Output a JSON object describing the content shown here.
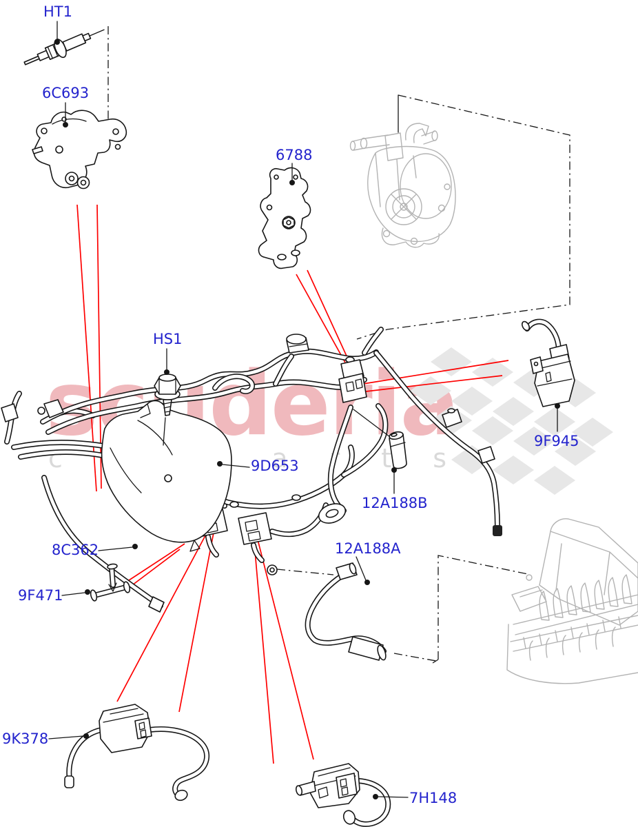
{
  "watermark": {
    "brand": "scuderia",
    "tagline": "c a r  p a r t s"
  },
  "colors": {
    "background": "#ffffff",
    "label_blue": "#2323cd",
    "leader_red": "#fe0000",
    "line_black": "#161616",
    "ghost_gray": "#b3b3b3",
    "flag_gray": "#e7e7e7",
    "brand_pink": "#f0b9bd",
    "tagline_gray": "#d9d9d9"
  },
  "parts": {
    "ht1": {
      "code": "HT1"
    },
    "p6c693": {
      "code": "6C693"
    },
    "p6788": {
      "code": "6788"
    },
    "hs1": {
      "code": "HS1"
    },
    "p9d653": {
      "code": "9D653"
    },
    "p12a188b": {
      "code": "12A188B"
    },
    "p12a188a": {
      "code": "12A188A"
    },
    "p8c362": {
      "code": "8C362"
    },
    "p9f471": {
      "code": "9F471"
    },
    "p9k378": {
      "code": "9K378"
    },
    "p7h148": {
      "code": "7H148"
    },
    "p9f945": {
      "code": "9F945"
    }
  }
}
